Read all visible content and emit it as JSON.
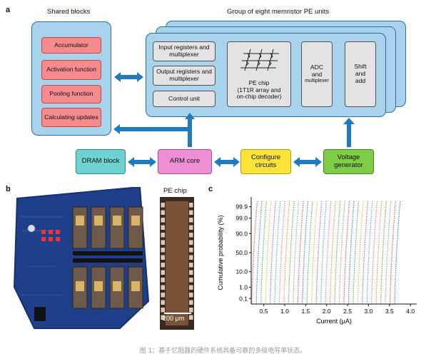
{
  "panel_a": {
    "letter": "a",
    "shared_title": "Shared blocks",
    "group_title": "Group of eight memristor PE units",
    "shared_blocks": [
      "Accumulator",
      "Activation function",
      "Pooling function",
      "Calculating updates"
    ],
    "pe_unit": {
      "input_registers": "Input registers and multiplexer",
      "output_registers": "Output registers and multiplexer",
      "control_unit": "Control unit",
      "pe_chip_line1": "PE chip",
      "pe_chip_line2": "(1T1R array and",
      "pe_chip_line3": "on-chip decoder)",
      "adc_line1": "ADC",
      "adc_line2": "and",
      "adc_line3": "multiplexer",
      "shift_line1": "Shift",
      "shift_line2": "and",
      "shift_line3": "add"
    },
    "bottom_blocks": {
      "dram": "DRAM block",
      "arm": "ARM core",
      "configure_line1": "Configure",
      "configure_line2": "circuits",
      "voltage_line1": "Voltage",
      "voltage_line2": "generator"
    },
    "colors": {
      "panel_fill": "#a9d2ec",
      "arrow": "#1f7bbd",
      "red_block": "#f58b8c",
      "dram": "#6ed1d2",
      "arm": "#ee8fd6",
      "configure": "#fbe33a",
      "voltage": "#7fcc47"
    }
  },
  "panel_b": {
    "letter": "b",
    "chip_label": "PE chip",
    "scale_bar": "200 μm"
  },
  "panel_c": {
    "letter": "c"
  },
  "chart_data": {
    "type": "line",
    "xlabel": "Current (μA)",
    "ylabel": "Cumulative probability (%)",
    "xlim": [
      0.2,
      4.15
    ],
    "x_ticks": [
      0.5,
      1.0,
      1.5,
      2.0,
      2.5,
      3.0,
      3.5,
      4.0
    ],
    "x_tick_labels": [
      "0.5",
      "1.0",
      "1.5",
      "2.0",
      "2.5",
      "3.0",
      "3.5",
      "4.0"
    ],
    "y_scale": "probit",
    "y_ticks": [
      0.1,
      1.0,
      10.0,
      50.0,
      90.0,
      99.0,
      99.9
    ],
    "y_tick_labels": [
      "0.1",
      "1.0",
      "10.0",
      "50.0",
      "90.0",
      "99.0",
      "99.9"
    ],
    "grid": false,
    "legend": "none",
    "series_count": 32,
    "series_medians_uA": [
      0.26,
      0.37,
      0.48,
      0.59,
      0.7,
      0.81,
      0.92,
      1.03,
      1.14,
      1.25,
      1.36,
      1.47,
      1.58,
      1.69,
      1.8,
      1.91,
      2.02,
      2.13,
      2.24,
      2.35,
      2.46,
      2.57,
      2.68,
      2.79,
      2.9,
      3.01,
      3.12,
      3.23,
      3.34,
      3.45,
      3.56,
      3.67
    ],
    "series_sigma_uA": 0.012,
    "series_colors": [
      "#e3463c",
      "#3b73c8",
      "#3cb04a",
      "#e2b62b",
      "#8e5fc8",
      "#2fb7c7",
      "#e36fb0",
      "#f08a2b",
      "#6e9d2e",
      "#9b9b9b"
    ]
  },
  "caption": "图 1：基于忆阻器的硬件系统具备可靠的多级电导率状态。"
}
